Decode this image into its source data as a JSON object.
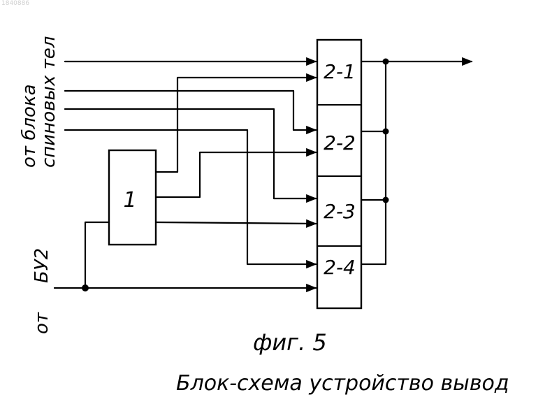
{
  "doc_id": "1840886",
  "diagram": {
    "source_label_top": "от блока спиновых тел",
    "source_label_top_line1": "от блока",
    "source_label_top_line2": "спиновых тел",
    "source_label_bottom": "от БУ2",
    "source_label_bottom_line1": "БУ2",
    "source_label_bottom_line2": "от",
    "block_1": "1",
    "block_2_1": "2-1",
    "block_2_2": "2-2",
    "block_2_3": "2-3",
    "block_2_4": "2-4"
  },
  "figure": {
    "number": "фиг. 5",
    "caption": "Блок-схема устройство вывод"
  }
}
